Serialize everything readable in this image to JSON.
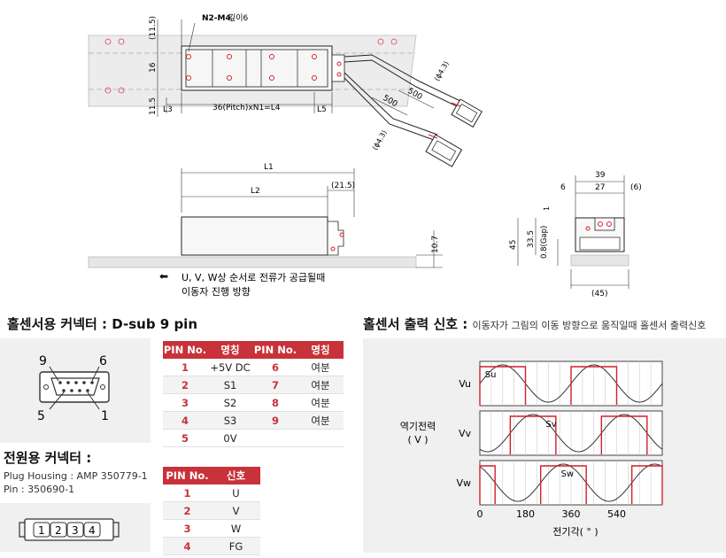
{
  "top_drawing": {
    "n2m4": "N2-M4",
    "depth": "깊이6",
    "dim_11_5_top": "(11.5)",
    "dim_16": "16",
    "dim_11_5_bot": "11.5",
    "dim_l3": "L3",
    "dim_pitch": "36(Pitch)xN1=L4",
    "dim_l5": "L5",
    "dim_phi43_a": "(ϕ4.3)",
    "dim_phi43_b": "(ϕ4.3)",
    "dim_500_a": "500",
    "dim_500_b": "500"
  },
  "side_drawing": {
    "l1": "L1",
    "l2": "L2",
    "dim_21_5": "(21.5)",
    "dim_10_7": "10.7",
    "arrow": "⬅",
    "direction_line1": "U, V, W상 순서로 전류가 공급될때",
    "direction_line2": "이동자 진행 방향"
  },
  "end_drawing": {
    "d39": "39",
    "d6": "6",
    "d27": "27",
    "d6p": "(6)",
    "d1": "1",
    "d45": "45",
    "d33_5": "33.5",
    "gap": "0.8(Gap)",
    "d45p": "(45)"
  },
  "hall_connector": {
    "title": "홀센서용 커넥터 : D-sub 9 pin",
    "pin9": "9",
    "pin6": "6",
    "pin5": "5",
    "pin1": "1"
  },
  "hall_table": {
    "headers": [
      "PIN No.",
      "명칭",
      "PIN No.",
      "명칭"
    ],
    "rows": [
      [
        "1",
        "+5V DC",
        "6",
        "여분"
      ],
      [
        "2",
        "S1",
        "7",
        "여분"
      ],
      [
        "3",
        "S2",
        "8",
        "여분"
      ],
      [
        "4",
        "S3",
        "9",
        "여분"
      ],
      [
        "5",
        "0V",
        "",
        ""
      ]
    ]
  },
  "power_connector": {
    "title": "전원용 커넥터 :",
    "housing": "Plug Housing : AMP 350779-1",
    "pin": "Pin : 350690-1",
    "pins": [
      "1",
      "2",
      "3",
      "4"
    ]
  },
  "power_table": {
    "headers": [
      "PIN No.",
      "신호"
    ],
    "rows": [
      [
        "1",
        "U"
      ],
      [
        "2",
        "V"
      ],
      [
        "3",
        "W"
      ],
      [
        "4",
        "FG"
      ]
    ]
  },
  "hall_output": {
    "title": "홀센서 출력 신호 :",
    "subtitle": "이동자가 그림의 이동 방향으로 움직일때 홀센서 출력신호",
    "ylabel_line1": "역기전력",
    "ylabel_line2": "( V )",
    "xlabel": "전기각( ° )",
    "colors": {
      "sensor": "#d21f2a",
      "wave": "#333333",
      "grid": "#cccccc"
    }
  },
  "chart_data": {
    "type": "line",
    "x": [
      0,
      180,
      360,
      540
    ],
    "xlabel": "전기각( ° )",
    "ylabel": "역기전력 ( V )",
    "xlim": [
      0,
      720
    ],
    "grid": true,
    "series": [
      {
        "name": "Vu",
        "values": "sin(θ)",
        "sensor": "Su",
        "sensor_high": [
          [
            0,
            180
          ],
          [
            360,
            540
          ]
        ]
      },
      {
        "name": "Vv",
        "values": "sin(θ-120°)",
        "sensor": "Sv",
        "sensor_high": [
          [
            120,
            300
          ],
          [
            480,
            660
          ]
        ]
      },
      {
        "name": "Vw",
        "values": "sin(θ-240°)",
        "sensor": "Sw",
        "sensor_high": [
          [
            0,
            60
          ],
          [
            240,
            420
          ],
          [
            600,
            720
          ]
        ]
      }
    ],
    "tick_labels": [
      "0",
      "180",
      "360",
      "540"
    ]
  }
}
